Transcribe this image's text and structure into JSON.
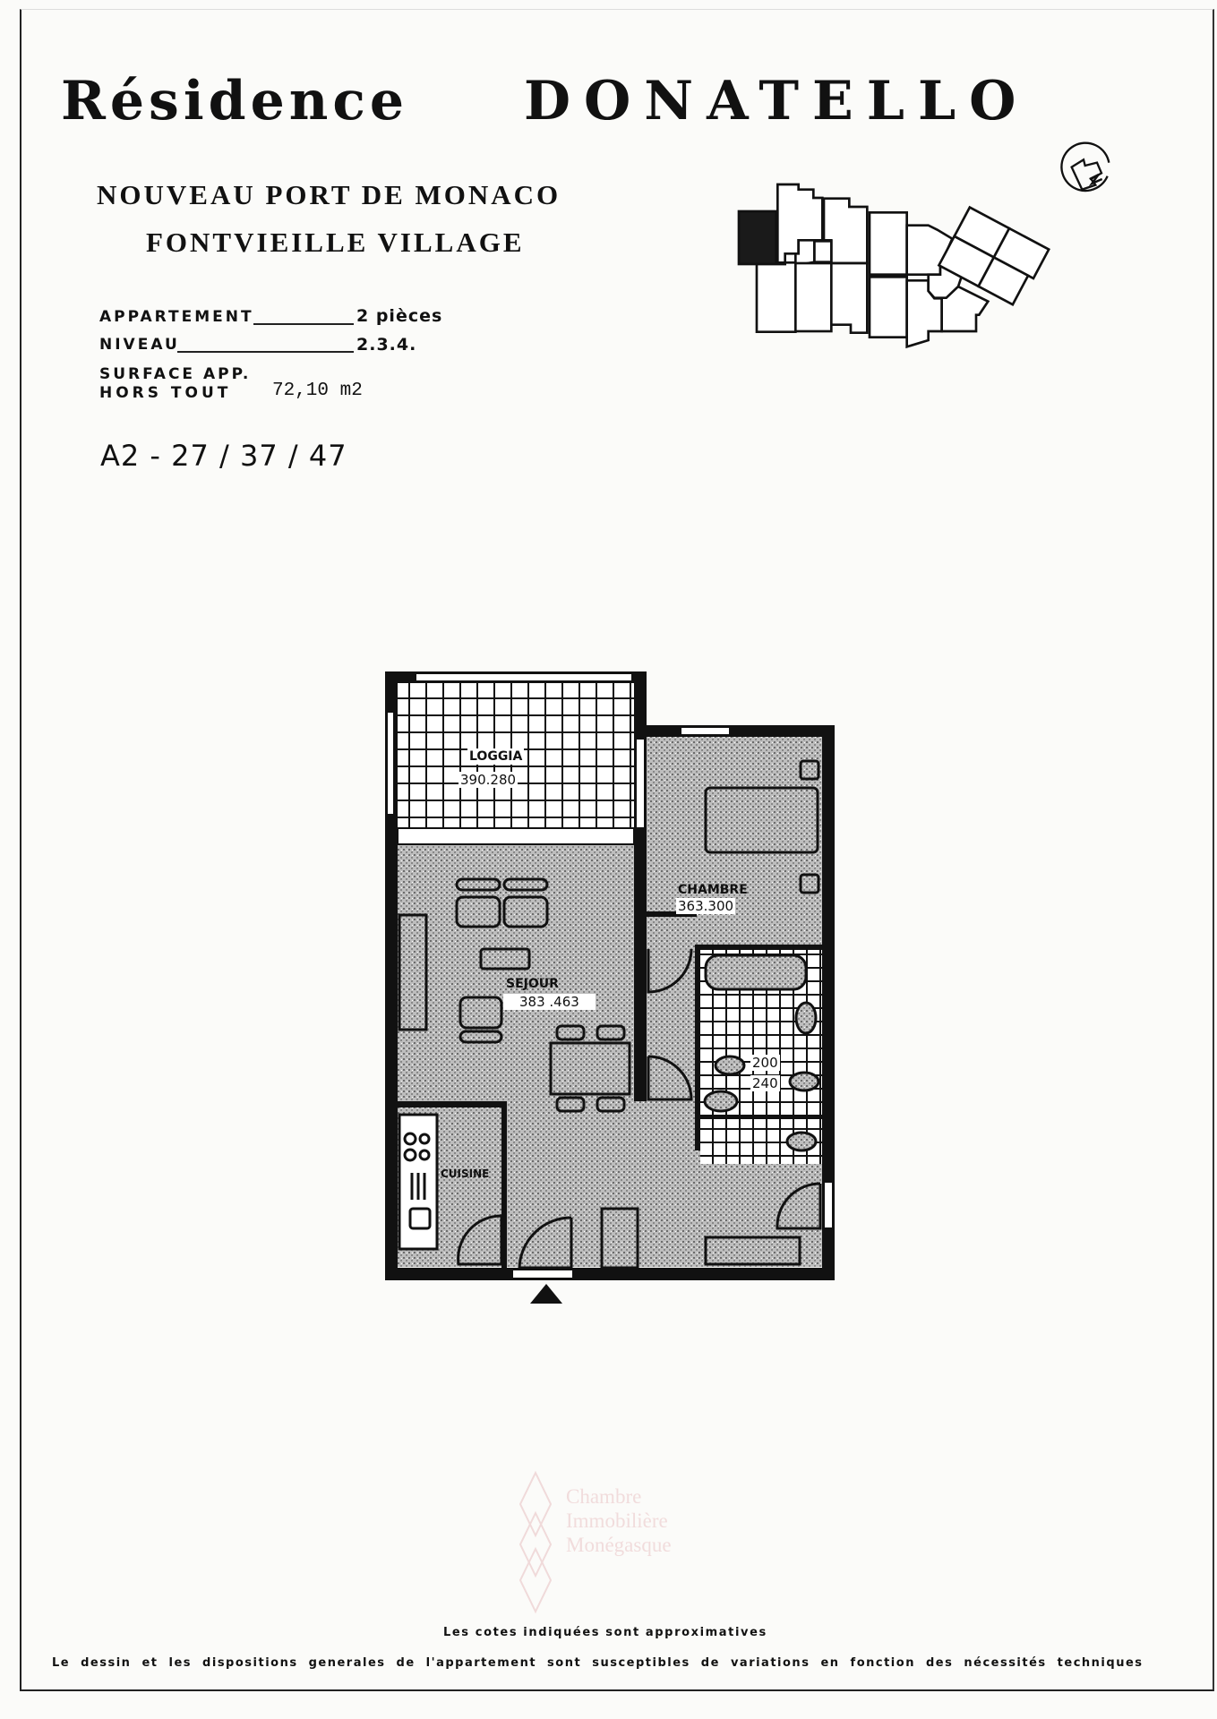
{
  "header": {
    "title_part1": "Résidence",
    "title_part2": "DONATELLO",
    "subtitle_line1": "NOUVEAU PORT DE MONACO",
    "subtitle_line2": "FONTVIEILLE VILLAGE"
  },
  "details": {
    "appartement_label": "APPARTEMENT",
    "appartement_value": "2 pièces",
    "niveau_label": "NIVEAU",
    "niveau_value": "2.3.4.",
    "surface_label_line1": "SURFACE APP.",
    "surface_label_line2": "HORS TOUT",
    "surface_value": "72,10 m2",
    "reference": "A2 - 27 / 37 / 47"
  },
  "rooms": {
    "loggia": {
      "name": "LOGGIA",
      "dims": "390.280"
    },
    "chambre": {
      "name": "CHAMBRE",
      "dims": "363.300"
    },
    "sejour": {
      "name": "SEJOUR",
      "dims": "383 .463"
    },
    "bain": {
      "dims_line1": "200",
      "dims_line2": "240"
    },
    "cuisine": {
      "name": "CUISINE"
    }
  },
  "watermark": {
    "line1": "Chambre",
    "line2": "Immobilière",
    "line3": "Monégasque"
  },
  "footer": {
    "note1": "Les cotes indiquées sont approximatives",
    "note2": "Le dessin et les dispositions generales de l'appartement sont susceptibles de variations en fonction des nécessités techniques"
  },
  "colors": {
    "ink": "#111111",
    "stipple": "#b9b9b9",
    "highlight_unit": "#1a1a1a"
  }
}
